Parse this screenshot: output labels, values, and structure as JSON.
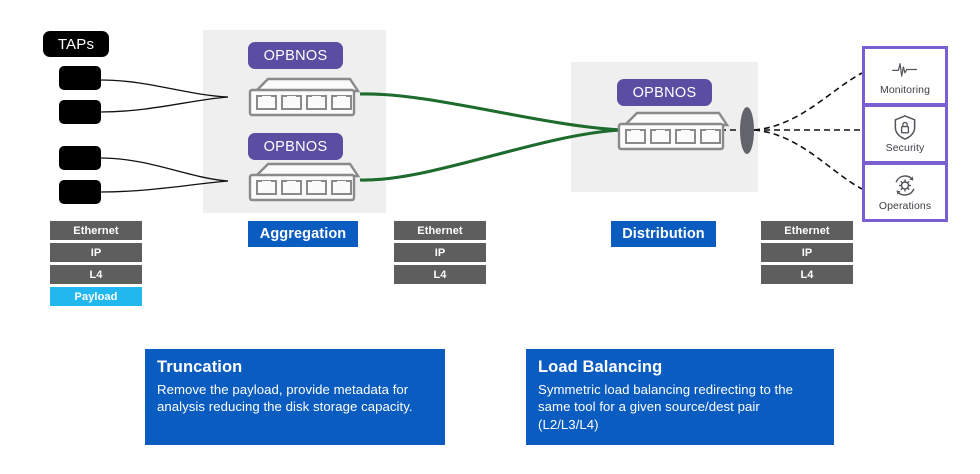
{
  "diagram": {
    "title": "Network Packet Broker Aggregation and Distribution Flow",
    "colors": {
      "panel_bg": "#efefef",
      "opbnos_purple": "#5b4ea2",
      "link_green": "#1e6b2e",
      "link_black": "#111111",
      "chip_blue": "#0a5cc0",
      "payload_cyan": "#23b7ef",
      "stack_gray": "#5e5e5e",
      "tool_border_purple": "#7a5fd0",
      "ellipse_gray": "#63636b"
    }
  },
  "taps": {
    "label": "TAPs",
    "count": 4
  },
  "aggregation": {
    "chip_label": "Aggregation",
    "devices": [
      {
        "badge": "OPBNOS"
      },
      {
        "badge": "OPBNOS"
      }
    ]
  },
  "distribution": {
    "chip_label": "Distribution",
    "devices": [
      {
        "badge": "OPBNOS"
      }
    ]
  },
  "tools": [
    {
      "label": "Monitoring",
      "icon": "waveform-icon"
    },
    {
      "label": "Security",
      "icon": "shield-lock-icon"
    },
    {
      "label": "Operations",
      "icon": "gear-refresh-icon"
    }
  ],
  "packet_stacks": [
    {
      "name": "ingress-stack",
      "layers": [
        {
          "label": "Ethernet",
          "kind": "header"
        },
        {
          "label": "IP",
          "kind": "header"
        },
        {
          "label": "L4",
          "kind": "header"
        },
        {
          "label": "Payload",
          "kind": "payload"
        }
      ]
    },
    {
      "name": "truncated-stack-aggregation",
      "layers": [
        {
          "label": "Ethernet",
          "kind": "header"
        },
        {
          "label": "IP",
          "kind": "header"
        },
        {
          "label": "L4",
          "kind": "header"
        }
      ]
    },
    {
      "name": "truncated-stack-distribution",
      "layers": [
        {
          "label": "Ethernet",
          "kind": "header"
        },
        {
          "label": "IP",
          "kind": "header"
        },
        {
          "label": "L4",
          "kind": "header"
        }
      ]
    }
  ],
  "callouts": [
    {
      "title": "Truncation",
      "body": "Remove the payload, provide metadata for analysis reducing the disk storage capacity."
    },
    {
      "title": "Load Balancing",
      "body": "Symmetric load balancing redirecting to the same tool  for a given source/dest pair (L2/L3/L4)"
    }
  ]
}
